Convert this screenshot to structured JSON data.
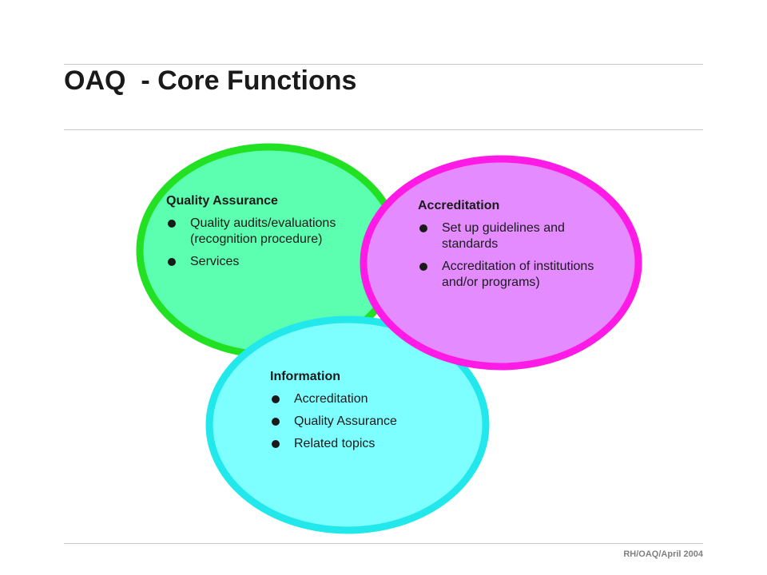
{
  "slide": {
    "title": "OAQ  - Core Functions",
    "footer": "RH/OAQ/April 2004"
  },
  "circles": {
    "quality_assurance": {
      "heading": "Quality Assurance",
      "items": [
        "Quality audits/evaluations (recognition procedure)",
        "Services"
      ],
      "fill": "#5cffb0",
      "stroke": "#22e022"
    },
    "accreditation": {
      "heading": "Accreditation",
      "items": [
        "Set up guidelines and standards",
        "Accreditation of institutions and/or programs)"
      ],
      "fill": "#e38bff",
      "stroke": "#ff1ae6"
    },
    "information": {
      "heading": "Information",
      "items": [
        "Accreditation",
        "Quality Assurance",
        "Related topics"
      ],
      "fill": "#7dffff",
      "stroke": "#22e8ec"
    }
  }
}
